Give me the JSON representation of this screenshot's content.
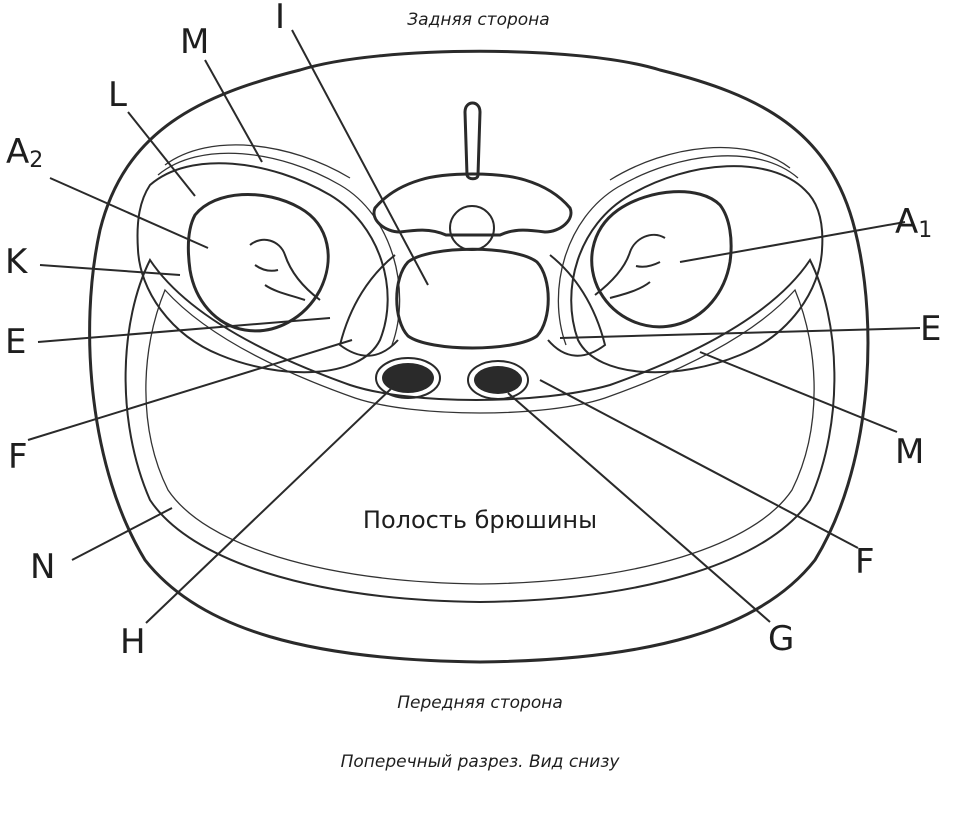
{
  "captions": {
    "top": "Задняя сторона",
    "bottom": "Передняя сторона",
    "subtitle": "Поперечный разрез. Вид снизу",
    "cavity": "Полость брюшины"
  },
  "labels": {
    "I": "I",
    "M_top": "M",
    "L": "L",
    "A2_main": "A",
    "A2_sub": "2",
    "K": "K",
    "E_left": "E",
    "F_left": "F",
    "N": "N",
    "H": "H",
    "A1_main": "A",
    "A1_sub": "1",
    "E_right": "E",
    "M_right": "M",
    "F_right": "F",
    "G": "G"
  }
}
